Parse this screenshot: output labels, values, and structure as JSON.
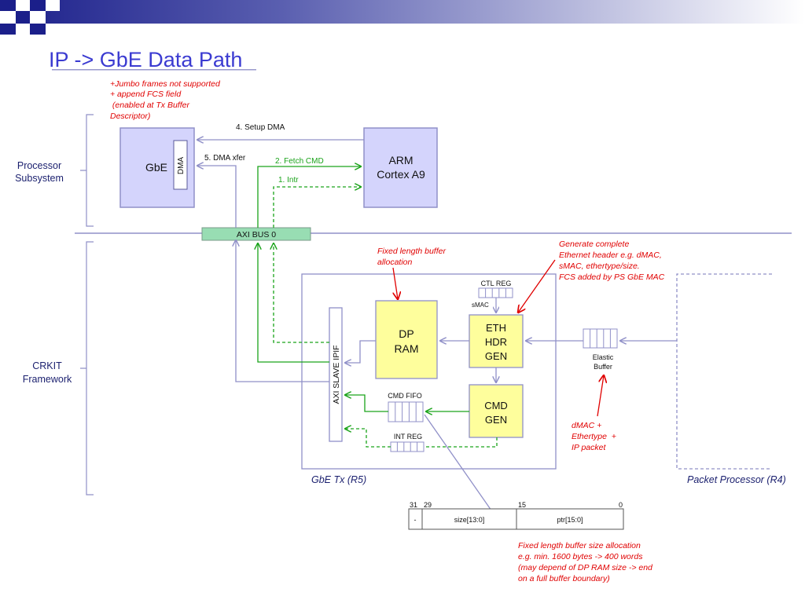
{
  "slide": {
    "title": "IP -> GbE Data Path"
  },
  "colors": {
    "title": "#3b3bd1",
    "diagram_blue": "#9090c8",
    "proc_fill": "#d4d4fc",
    "yellow_fill": "#fefe9c",
    "axi_bus_fill": "#98ddb3",
    "green_line": "#1aa31a",
    "red_text": "#e00000",
    "header_dark": "#1b1f8a"
  },
  "sections": {
    "processor": [
      "Processor",
      "Subsystem"
    ],
    "crkit": [
      "CRKIT",
      "Framework"
    ]
  },
  "notes": {
    "jumbo": [
      "+Jumbo frames not supported",
      "+ append FCS field",
      " (enabled at Tx Buffer",
      "Descriptor)"
    ],
    "fixed_buffer": [
      "Fixed length buffer",
      "allocation"
    ],
    "generate_header": [
      "Generate complete",
      "Ethernet header e.g. dMAC,",
      "sMAC, ethertype/size.",
      "FCS added by PS GbE MAC"
    ],
    "dmac_packet": [
      "dMAC +",
      "Ethertype  +",
      "IP packet"
    ],
    "size_alloc": [
      "Fixed length buffer size allocation",
      "e.g. min. 1600 bytes -> 400 words",
      "(may depend of DP RAM size -> end",
      "on a full buffer boundary)"
    ]
  },
  "blocks": {
    "gbe": "GbE",
    "dma": "DMA",
    "arm": [
      "ARM",
      "Cortex A9"
    ],
    "axi_bus": "AXI BUS 0",
    "dp_ram": [
      "DP",
      "RAM"
    ],
    "eth_hdr": [
      "ETH",
      "HDR",
      "GEN"
    ],
    "cmd_gen": [
      "CMD",
      "GEN"
    ],
    "axi_slave": "AXI SLAVE IPIF",
    "ctl_reg": "CTL REG",
    "smac": "sMAC",
    "cmd_fifo": "CMD FIFO",
    "int_reg": "INT REG",
    "elastic": [
      "Elastic",
      "Buffer"
    ],
    "gbe_tx": "GbE  Tx (R5)",
    "packet_processor": "Packet Processor (R4)"
  },
  "arrows": {
    "setup_dma": "4. Setup DMA",
    "dma_xfer": "5. DMA xfer",
    "fetch_cmd": "2. Fetch CMD",
    "intr": "1. Intr"
  },
  "register_format": {
    "bits": {
      "b31": "31",
      "b29": "29",
      "b15": "15",
      "b0": "0"
    },
    "fields": {
      "dash": "-",
      "size": "size[13:0]",
      "ptr": "ptr[15:0]"
    }
  }
}
